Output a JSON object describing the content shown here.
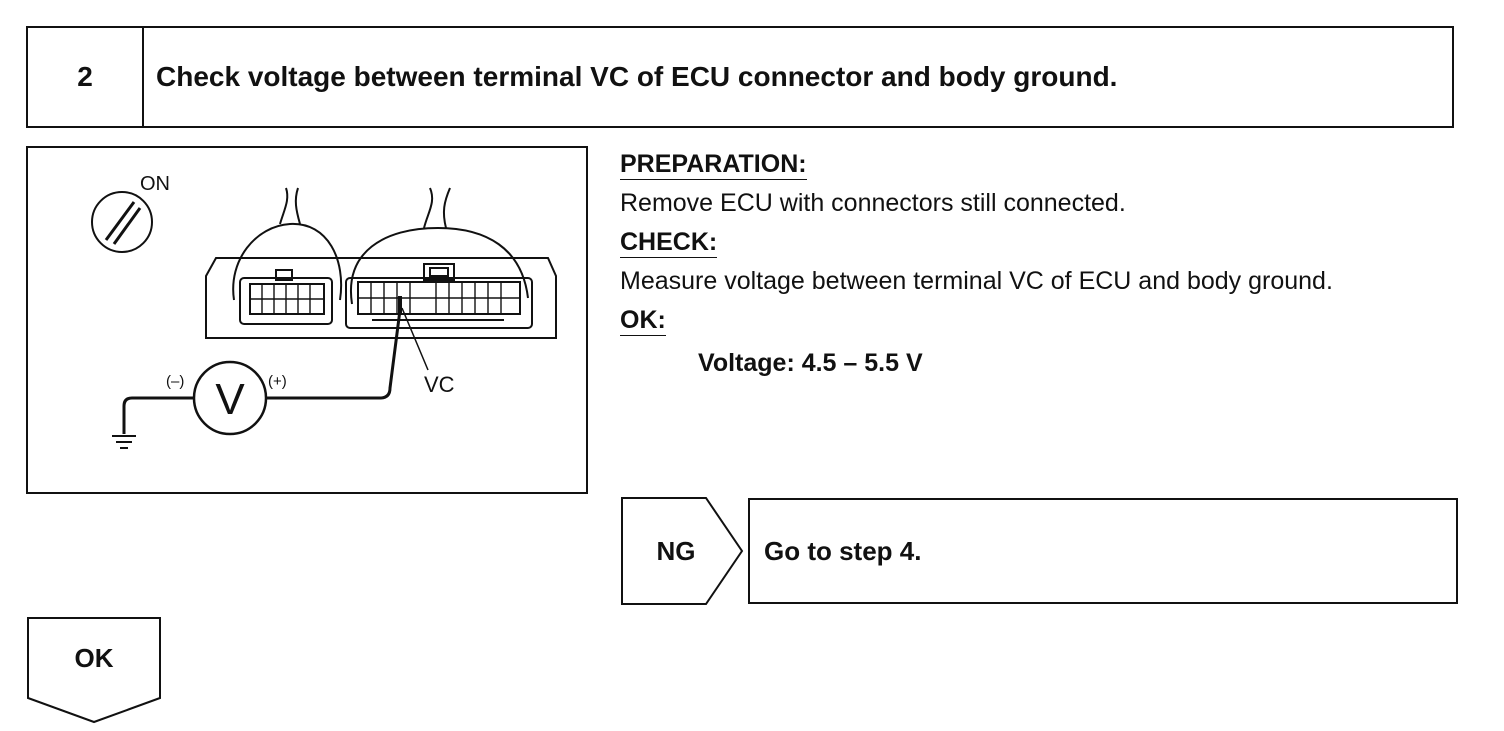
{
  "step": {
    "number": "2",
    "title": "Check voltage between terminal VC of ECU connector and body ground."
  },
  "figure": {
    "switch_label": "ON",
    "meter_symbol": "V",
    "negative_label": "(–)",
    "positive_label": "(+)",
    "terminal_label": "VC"
  },
  "instructions": {
    "preparation_heading": "PREPARATION:",
    "preparation_text": "Remove ECU with connectors still connected.",
    "check_heading": "CHECK:",
    "check_text": "Measure voltage between terminal VC of ECU and body ground.",
    "ok_heading": "OK:",
    "spec_text": "Voltage: 4.5 – 5.5 V"
  },
  "outcomes": {
    "ng_label": "NG",
    "ng_action": "Go to step 4.",
    "ok_label": "OK"
  }
}
